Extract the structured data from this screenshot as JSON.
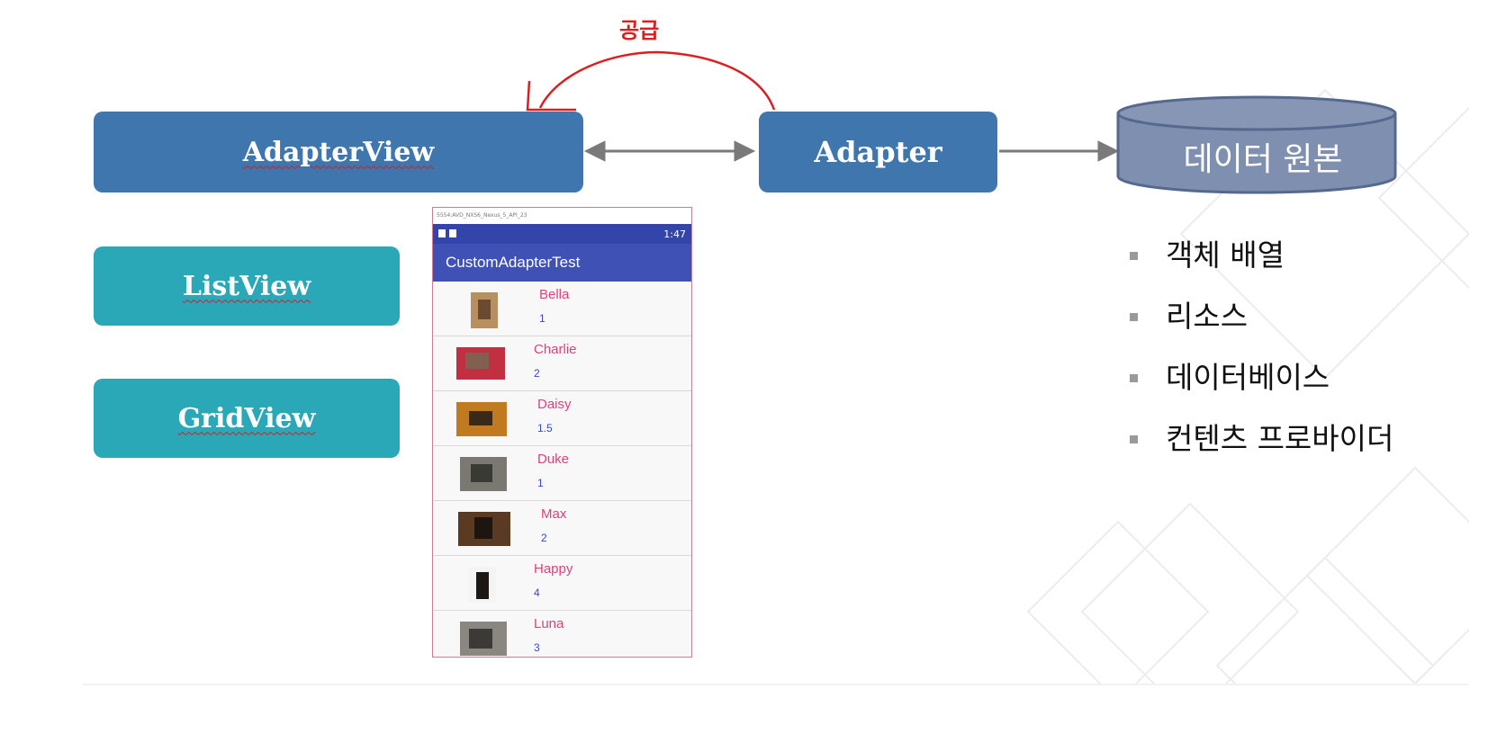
{
  "annotation": {
    "label": "공급",
    "color": "#d92020"
  },
  "boxes": {
    "adapter_view": "AdapterView",
    "adapter": "Adapter",
    "list_view": "ListView",
    "grid_view": "GridView"
  },
  "data_source": {
    "label": "데이터 원본"
  },
  "bullets": [
    "객체 배열",
    "리소스",
    "데이터베이스",
    "컨텐츠 프로바이더"
  ],
  "colors": {
    "blue_box": "#3f76ae",
    "teal_box": "#2aa8b8",
    "cylinder": "#7f8fb0",
    "arrow": "#7a7a7a"
  },
  "phone": {
    "title_bar": "5554:AVD_NXS6_Nexus_5_API_23",
    "time": "1:47",
    "app_title": "CustomAdapterTest",
    "items": [
      {
        "name": "Bella",
        "value": "1"
      },
      {
        "name": "Charlie",
        "value": "2"
      },
      {
        "name": "Daisy",
        "value": "1.5"
      },
      {
        "name": "Duke",
        "value": "1"
      },
      {
        "name": "Max",
        "value": "2"
      },
      {
        "name": "Happy",
        "value": "4"
      },
      {
        "name": "Luna",
        "value": "3"
      }
    ]
  }
}
